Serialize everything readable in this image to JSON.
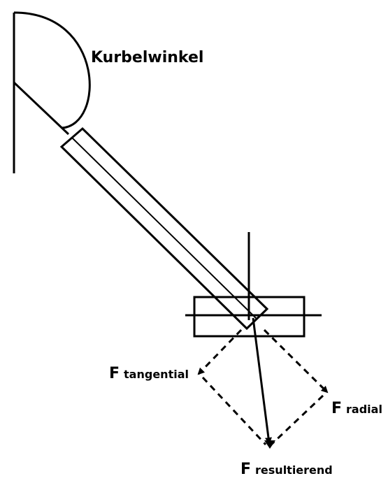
{
  "diagram": {
    "angle_label": "Kurbelwinkel",
    "forces": {
      "tangential": {
        "main": "F",
        "sub": "tangential"
      },
      "radial": {
        "main": "F",
        "sub": "radial"
      },
      "resultant": {
        "main": "F",
        "sub": "resultierend"
      }
    },
    "colors": {
      "stroke": "#000000",
      "background": "#ffffff"
    }
  }
}
